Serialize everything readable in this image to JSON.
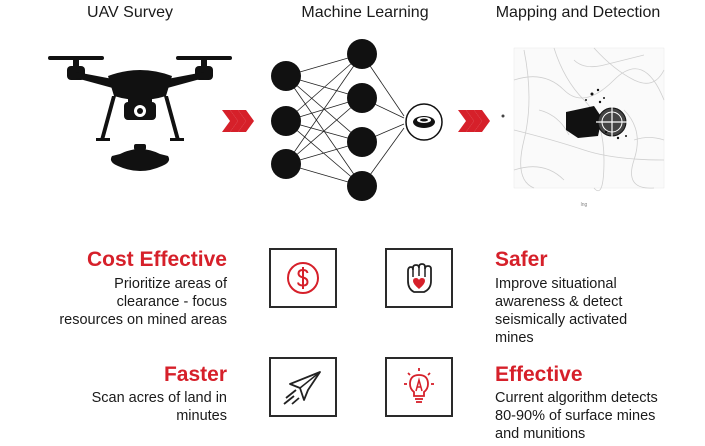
{
  "stages": [
    {
      "label": "UAV Survey",
      "icon": "drone-icon"
    },
    {
      "label": "Machine Learning",
      "icon": "neural-network-icon"
    },
    {
      "label": "Mapping and Detection",
      "icon": "detection-map-icon"
    }
  ],
  "benefits": [
    {
      "title": "Cost Effective",
      "description_lines": [
        "Prioritize areas of",
        "clearance - focus",
        "resources on mined areas"
      ],
      "icon": "dollar-coin-icon"
    },
    {
      "title": "Safer",
      "description_lines": [
        "Improve situational",
        "awareness & detect",
        "seismically activated",
        "mines"
      ],
      "icon": "protective-glove-icon"
    },
    {
      "title": "Faster",
      "description_lines": [
        "Scan acres of land in",
        "minutes"
      ],
      "icon": "paper-plane-icon"
    },
    {
      "title": "Effective",
      "description_lines": [
        "Current algorithm detects",
        "80-90% of surface mines",
        "and munitions"
      ],
      "icon": "light-bulb-icon"
    }
  ],
  "colors": {
    "accent": "#d6202a",
    "ink": "#1a1a1a"
  }
}
